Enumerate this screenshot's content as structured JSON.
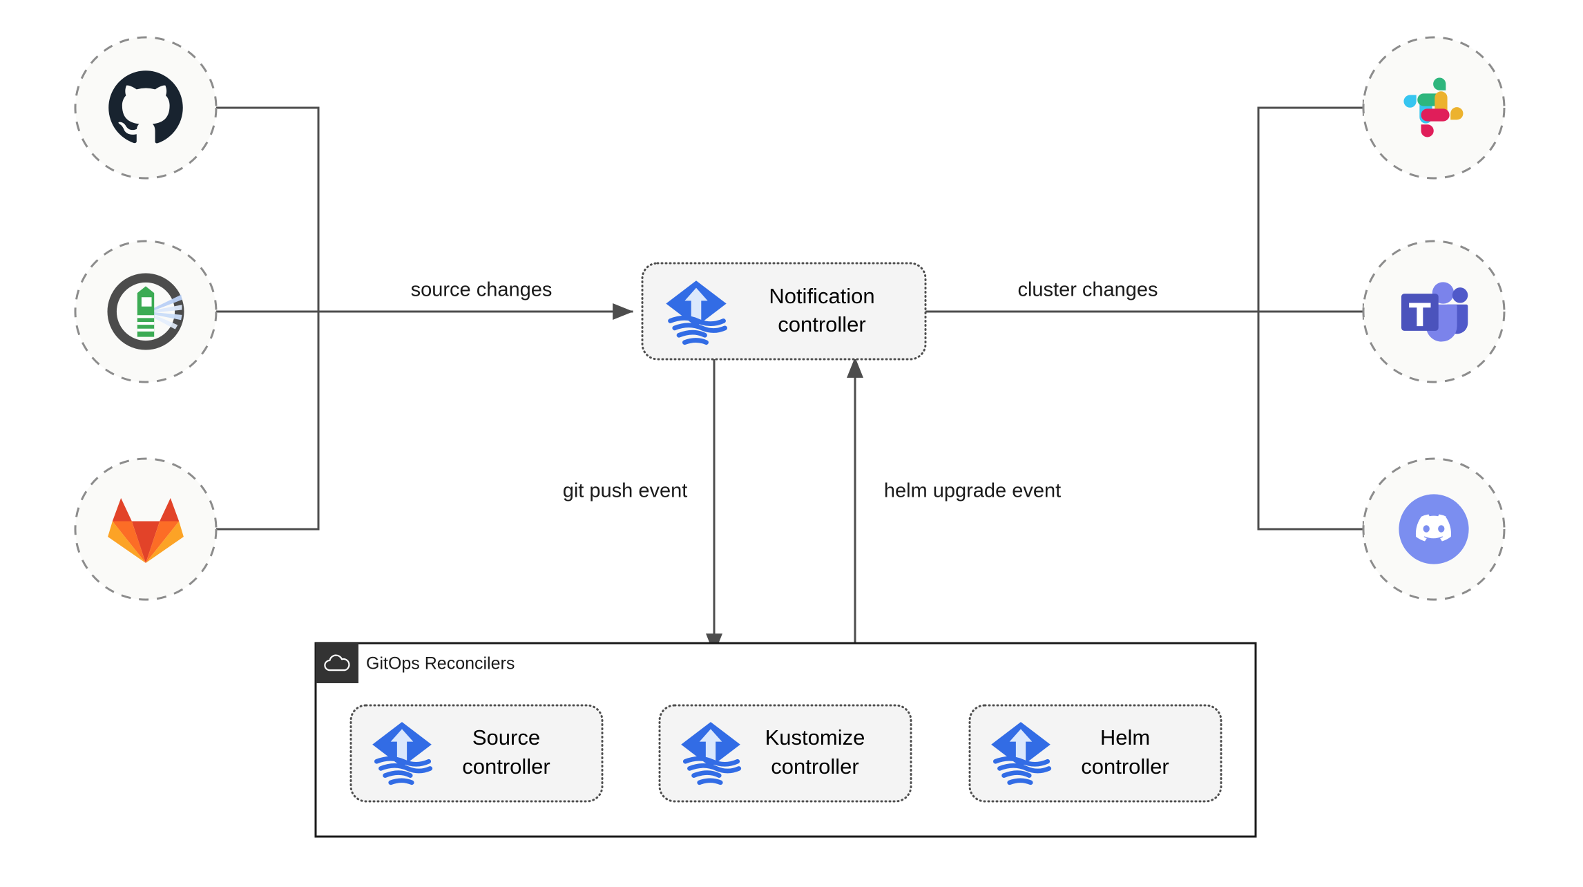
{
  "diagram": {
    "title": "Flux Notification Controller architecture",
    "background_color": "#ffffff",
    "edge_color": "#4d4d4d",
    "node_fill": "#f4f4f4",
    "circle_fill": "#fafaf8",
    "circle_stroke": "#8c8c8c"
  },
  "sources": [
    {
      "id": "github",
      "icon": "github-icon",
      "label": "GitHub",
      "color": "#18232f"
    },
    {
      "id": "flux-lighthouse",
      "icon": "flux-lighthouse-icon",
      "label": "Flux lighthouse",
      "color": "#4c4c4c"
    },
    {
      "id": "gitlab",
      "icon": "gitlab-icon",
      "label": "GitLab",
      "color": "#e24329"
    }
  ],
  "targets": [
    {
      "id": "slack",
      "icon": "slack-icon",
      "label": "Slack",
      "color": "#36c5f0"
    },
    {
      "id": "teams",
      "icon": "microsoft-teams-icon",
      "label": "Microsoft Teams",
      "color": "#5059c9"
    },
    {
      "id": "discord",
      "icon": "discord-icon",
      "label": "Discord",
      "color": "#7b8ef0"
    }
  ],
  "controllers": {
    "notification": {
      "icon": "flux-logo-icon",
      "line1": "Notification",
      "line2": "controller"
    },
    "source": {
      "icon": "flux-logo-icon",
      "line1": "Source",
      "line2": "controller"
    },
    "kustomize": {
      "icon": "flux-logo-icon",
      "line1": "Kustomize",
      "line2": "controller"
    },
    "helm": {
      "icon": "flux-logo-icon",
      "line1": "Helm",
      "line2": "controller"
    }
  },
  "group": {
    "icon": "cloud-icon",
    "title": "GitOps Reconcilers",
    "tab_color": "#333333"
  },
  "edges": {
    "source_changes": "source changes",
    "cluster_changes": "cluster changes",
    "git_push_event": "git push event",
    "helm_upgrade_event": "helm upgrade event"
  },
  "brand_colors": {
    "github_dark": "#18232f",
    "gitlab_red": "#e24329",
    "gitlab_orange": "#fc6d26",
    "gitlab_amber": "#fca326",
    "slack_cyan": "#36c5f0",
    "slack_green": "#2eb67d",
    "slack_pink": "#e01e5a",
    "slack_yellow": "#ecb22e",
    "teams_purple": "#5059c9",
    "teams_light": "#7b83eb",
    "discord_blurple": "#7b8ef0",
    "flux_blue": "#326ce5",
    "flux_light": "#cfe0fb",
    "lighthouse_green": "#3cab54",
    "lighthouse_gray": "#4c4c4c"
  }
}
